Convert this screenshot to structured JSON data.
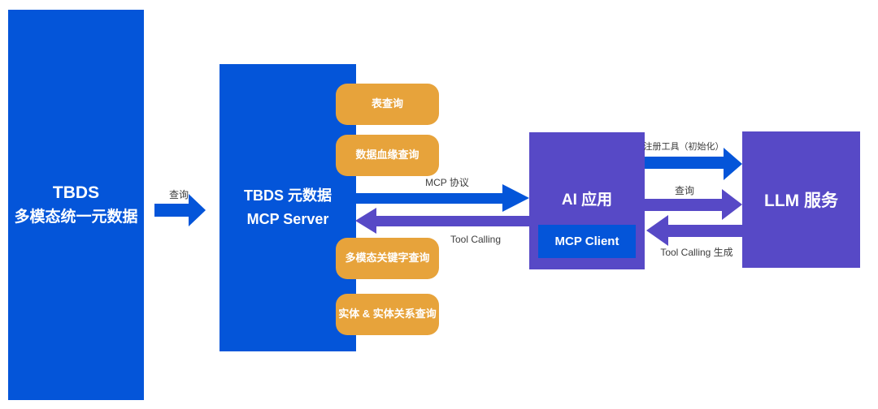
{
  "diagram": {
    "title": "TBDS metadata MCP architecture",
    "colors": {
      "blue": "#0455d9",
      "orange": "#e7a33b",
      "purple": "#5749c6",
      "arrow_label_text": "#3d3d3d",
      "node_text": "#ffffff",
      "background": "#ffffff"
    },
    "nodes": {
      "tbds_source": {
        "line1": "TBDS",
        "line2": "多模态统一元数据"
      },
      "mcp_server": {
        "line1": "TBDS 元数据",
        "line2": "MCP Server"
      },
      "tool_queries": [
        "表查询",
        "数据血缘查询",
        "多模态关键字查询",
        "实体 & 实体关系查询"
      ],
      "ai_app": {
        "title": "AI 应用",
        "client_label": "MCP Client"
      },
      "llm_service": {
        "title": "LLM 服务"
      }
    },
    "arrows": {
      "query_source": {
        "label": "查询",
        "direction": "right",
        "color": "blue",
        "from": "TBDS 多模态统一元数据",
        "to": "TBDS 元数据 MCP Server"
      },
      "mcp_protocol": {
        "label": "MCP 协议",
        "direction": "right",
        "color": "blue",
        "from": "TBDS 元数据 MCP Server",
        "to": "AI 应用"
      },
      "tool_calling": {
        "label": "Tool Calling",
        "direction": "left",
        "color": "purple",
        "from": "AI 应用",
        "to": "TBDS 元数据 MCP Server"
      },
      "register_tools": {
        "label": "注册工具（初始化）",
        "direction": "right",
        "color": "blue",
        "from": "AI 应用",
        "to": "LLM 服务"
      },
      "query_llm": {
        "label": "查询",
        "direction": "right",
        "color": "purple",
        "from": "AI 应用",
        "to": "LLM 服务"
      },
      "tool_calling_gen": {
        "label": "Tool Calling 生成",
        "direction": "left",
        "color": "purple",
        "from": "LLM 服务",
        "to": "AI 应用"
      }
    }
  }
}
